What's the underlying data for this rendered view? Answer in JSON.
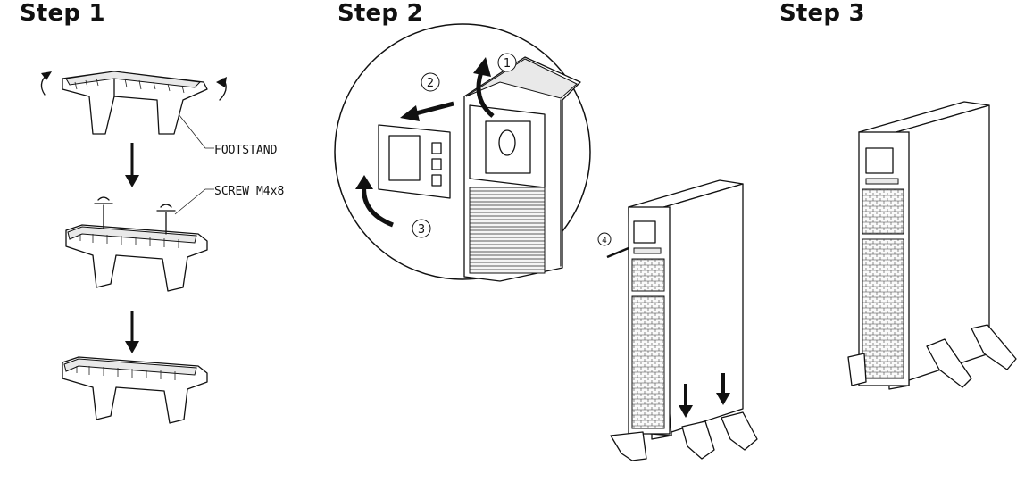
{
  "steps": [
    {
      "title": "Step 1"
    },
    {
      "title": "Step 2"
    },
    {
      "title": "Step 3"
    }
  ],
  "callouts": {
    "footstand": "FOOTSTAND",
    "screw": "SCREW M4x8"
  },
  "step2_numbers": [
    "1",
    "2",
    "3",
    "4"
  ]
}
